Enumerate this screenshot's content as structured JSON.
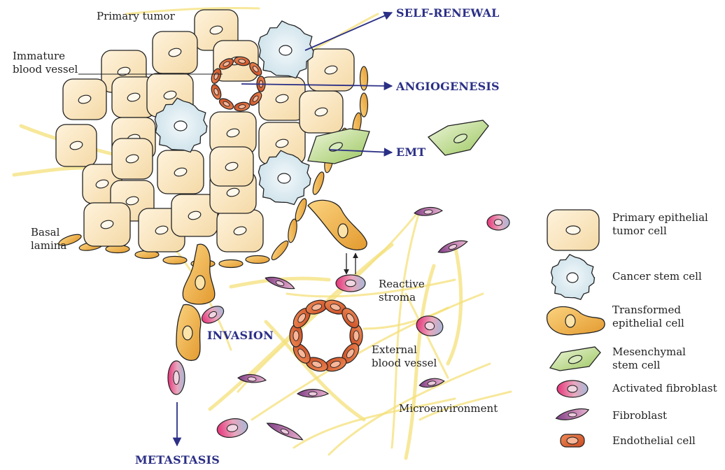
{
  "labels": {
    "primary_tumor": "Primary tumor",
    "immature_vessel": "Immature\nblood vessel",
    "basal_lamina": "Basal\nlamina",
    "reactive_stroma": "Reactive\nstroma",
    "external_vessel": "External\nblood vessel",
    "microenvironment": "Microenvironment"
  },
  "processes": {
    "self_renewal": "SELF-RENEWAL",
    "angiogenesis": "ANGIOGENESIS",
    "emt": "EMT",
    "invasion": "INVASION",
    "metastasis": "METASTASIS"
  },
  "legend": [
    {
      "label": "Primary epithelial\ntumor cell",
      "icon": "epithelial-cell"
    },
    {
      "label": "Cancer stem cell",
      "icon": "cancer-stem-cell"
    },
    {
      "label": "Transformed\nepithelial cell",
      "icon": "transformed-cell"
    },
    {
      "label": "Mesenchymal\nstem cell",
      "icon": "mesenchymal-cell"
    },
    {
      "label": "Activated fibroblast",
      "icon": "activated-fibroblast"
    },
    {
      "label": "Fibroblast",
      "icon": "fibroblast"
    },
    {
      "label": "Endothelial cell",
      "icon": "endothelial-cell"
    }
  ],
  "colors": {
    "epithelial": "#fbe7c2",
    "stem": "#ddebf0",
    "transformed": "#f0b04a",
    "mesenchymal": "#bcd88a",
    "fibroblast": "#a2578f",
    "endothelial": "#e0653a",
    "arrow": "#2b2f86",
    "fiber": "#f4e07a"
  }
}
